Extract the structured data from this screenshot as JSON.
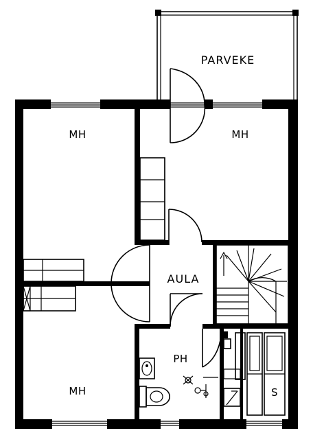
{
  "plan": {
    "rooms": {
      "balcony": "PARVEKE",
      "bedroom_top_left": "MH",
      "bedroom_top_right": "MH",
      "bedroom_bottom_left": "MH",
      "hall": "AULA",
      "bathroom": "PH",
      "storage": "S"
    }
  }
}
